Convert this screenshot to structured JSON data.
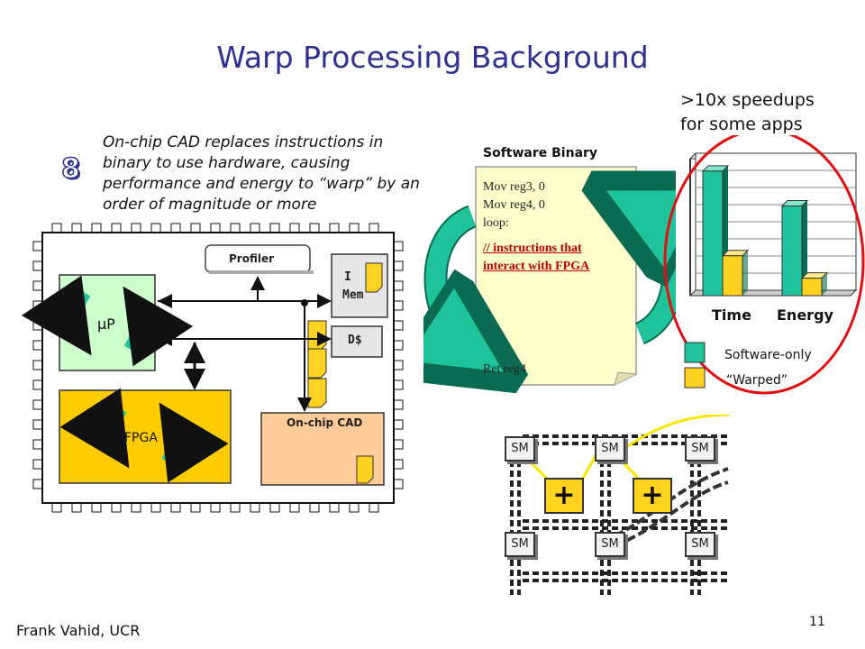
{
  "slide": {
    "title": "Warp Processing Background",
    "step_number": "8",
    "description": "On-chip CAD replaces instructions in binary to use hardware, causing performance and energy to “warp” by an order of magnitude or more",
    "speedup_line1": ">10x speedups",
    "speedup_line2": "for some apps",
    "footer": "Frank Vahid, UCR",
    "page_number": "11"
  },
  "chip": {
    "profiler": "Profiler",
    "imem_line1": "I",
    "imem_line2": "Mem",
    "dcache": "D$",
    "processor": "µP",
    "fpga": "FPGA",
    "cad": "On-chip CAD"
  },
  "binary": {
    "label": "Software Binary",
    "lines": [
      "Mov reg3, 0",
      "Mov reg4, 0",
      "loop:",
      "// instructions that",
      "interact with FPGA",
      "Ret reg4"
    ]
  },
  "fabric": {
    "sm_label": "SM",
    "adder_label": "+"
  },
  "colors": {
    "title": "#2e3192",
    "software_only": "#1fc39b",
    "warped": "#ffd21f",
    "highlight_ellipse": "#e01010",
    "fpga": "#ffcc00",
    "processor": "#ccffcc",
    "cad": "#ffcc99"
  },
  "chart_data": {
    "type": "bar",
    "categories": [
      "Time",
      "Energy"
    ],
    "series": [
      {
        "name": "Software-only",
        "values": [
          1.0,
          0.72
        ]
      },
      {
        "name": "“Warped”",
        "values": [
          0.32,
          0.14
        ]
      }
    ],
    "title": "",
    "xlabel": "",
    "ylabel": "",
    "ylim": [
      0,
      1.1
    ],
    "grid": true,
    "legend": "bottom"
  }
}
